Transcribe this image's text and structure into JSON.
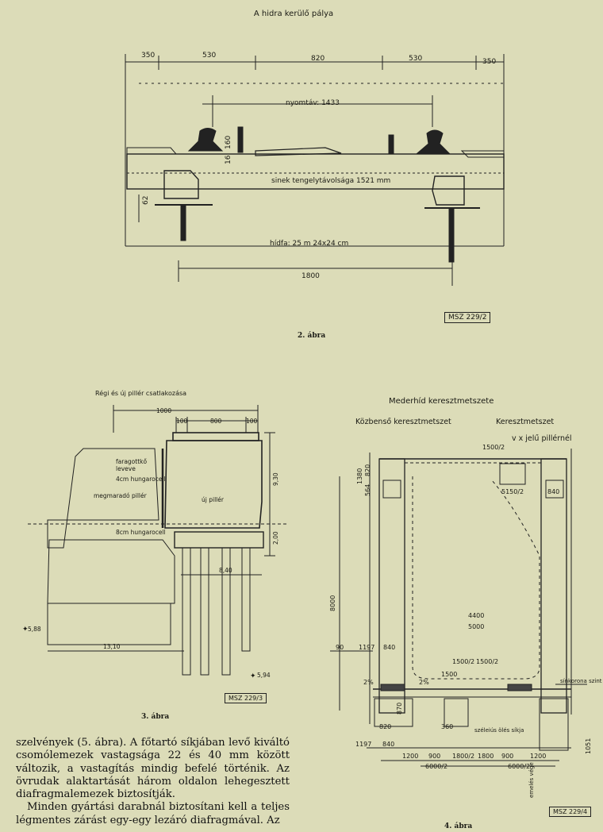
{
  "fig2": {
    "title": "A hidra kerülő pálya",
    "dims_top": [
      "350",
      "530",
      "820",
      "530",
      "350"
    ],
    "gauge": "nyomtáv: 1433",
    "rail_height": "160",
    "rail_dim_small": "16",
    "rail_axis_distance": "sinek tengelytávolsága 1521 mm",
    "beam_height": "62",
    "beam_label": "hídfa: 25 m  24x24 cm",
    "total_width": "1800",
    "standard": "MSZ 229/2",
    "caption": "2. ábra"
  },
  "fig3": {
    "title": "Régi és új pillér csatlakozása",
    "dim_top": "1000",
    "dim_100a": "100",
    "dim_800": "800",
    "dim_100b": "100",
    "lbl_faragott": "faragottkő",
    "lbl_leveve": "leveve",
    "lbl_hungarocell4": "4cm hungarocell",
    "lbl_megmarado": "megmaradó pillér",
    "lbl_uj": "új pillér",
    "lbl_hungarocell8": "8cm hungarocell",
    "dim_930": "9,30",
    "dim_200": "2,00",
    "dim_840": "8,40",
    "level_left": "5,88",
    "dim_1310": "13,10",
    "level_right": "5,94",
    "standard": "MSZ 229/3",
    "caption": "3. ábra"
  },
  "fig4": {
    "title": "Mederhíd keresztmetszete",
    "sub_left": "Közbenső keresztmetszet",
    "sub_right": "Keresztmetszet",
    "sub_right2": "v x jelű pillérnél",
    "dims_left": [
      "1380",
      "564",
      "820",
      "8000"
    ],
    "dims_mid": [
      "1500/2",
      "5150/2",
      "840",
      "4400",
      "5000"
    ],
    "dims_lower": [
      "90",
      "1197",
      "840",
      "1500/2",
      "1500/2",
      "1500",
      "2%",
      "2%",
      "sínkorona szint"
    ],
    "dims_bottom": [
      "1197",
      "840",
      "1200",
      "900",
      "1800/2",
      "1800",
      "900",
      "1200",
      "6000/2",
      "6000/2",
      "870",
      "360",
      "820",
      "1051"
    ],
    "lbl_szelcsusa": "széleiús ölés síkja",
    "lbl_bottom": "emelés vége",
    "standard": "MSZ 229/4",
    "caption": "4. ábra"
  },
  "text": {
    "p1": "szelvények (5. ábra). A főtartó síkjában levő kiváltó csomólemezek vastagsága 22 és 40 mm között változik, a vastagítás mindig befelé történik. Az övrudak alaktartását három oldalon lehegesztett diafragmalemezek biztosítják.",
    "p2": "Minden gyártási darabnál biztosítani kell a teljes légmentes zárást egy-egy lezáró diafragmával. Az"
  }
}
